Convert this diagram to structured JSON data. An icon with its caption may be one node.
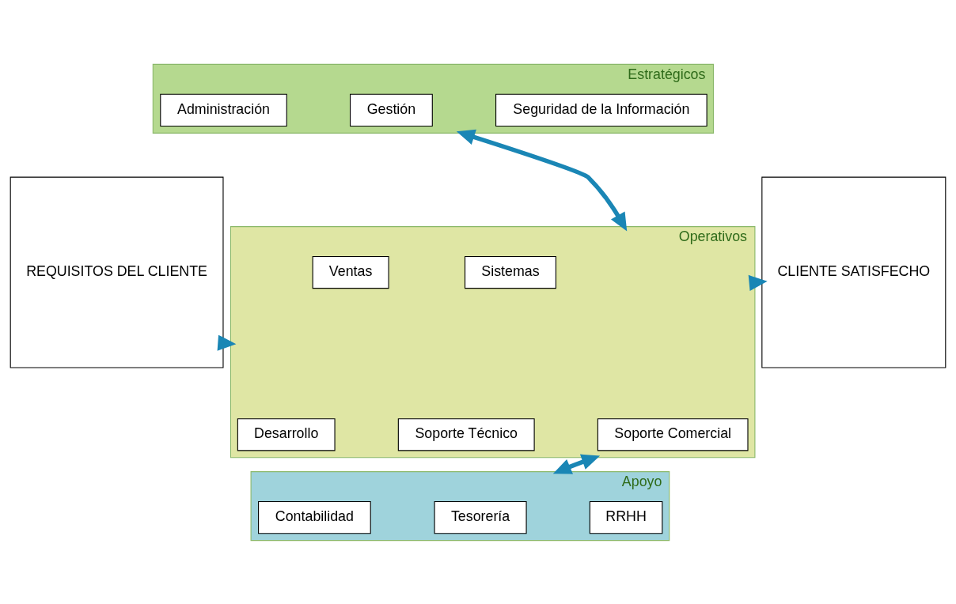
{
  "diagram": {
    "nodes": [
      {
        "text": [
          "REQUISITOS DEL CLIENTE"
        ]
      },
      {
        "text": [
          "Estratégicos"
        ]
      },
      {
        "text": [
          "Administración"
        ],
        "in": 1
      },
      {
        "text": [
          "Gestión"
        ],
        "in": 1
      },
      {
        "text": [
          "Seguridad de la Información"
        ],
        "in": 1
      },
      {
        "text": [
          "Operativos"
        ]
      },
      {
        "text": [
          "Ventas"
        ],
        "in": 5
      },
      {
        "text": [
          "Sistemas"
        ],
        "in": 5
      },
      {
        "text": [
          "Soporte Comercial"
        ],
        "in": 5
      },
      {
        "text": [
          "Desarrollo"
        ],
        "in": 5
      },
      {
        "text": [
          "Soporte Técnico"
        ],
        "in": 5
      },
      {
        "text": [
          "Apoyo"
        ]
      },
      {
        "text": [
          "Contabilidad"
        ],
        "in": 11
      },
      {
        "text": [
          "Tesorería"
        ],
        "in": 11
      },
      {
        "text": [
          "RRHH"
        ],
        "in": 11
      },
      {
        "text": [
          "CLIENTE SATISFECHO"
        ]
      }
    ],
    "edges": [
      {
        "from": 1,
        "to": 5,
        "arrow": "both"
      },
      {
        "from": 5,
        "to": 11,
        "arrow": "both"
      },
      {
        "from": 0,
        "to": 5,
        "arrow": "to"
      },
      {
        "from": 5,
        "to": 15,
        "arrow": "to"
      }
    ]
  }
}
